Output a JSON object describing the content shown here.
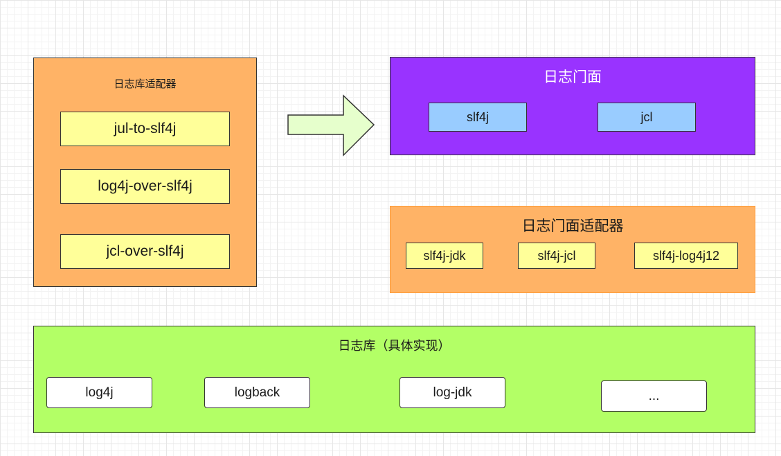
{
  "adapters": {
    "title": "日志库适配器",
    "items": [
      "jul-to-slf4j",
      "log4j-over-slf4j",
      "jcl-over-slf4j"
    ]
  },
  "facade": {
    "title": "日志门面",
    "items": [
      "slf4j",
      "jcl"
    ]
  },
  "facade_adapters": {
    "title": "日志门面适配器",
    "items": [
      "slf4j-jdk",
      "slf4j-jcl",
      "slf4j-log4j12"
    ]
  },
  "libraries": {
    "title": "日志库（具体实现）",
    "items": [
      "log4j",
      "logback",
      "log-jdk",
      "..."
    ]
  },
  "colors": {
    "orange": "#ffb366",
    "purple": "#9933ff",
    "green": "#b3ff66",
    "yellow": "#ffff99",
    "blue": "#99ccff",
    "arrow": "#e6ffcc"
  }
}
